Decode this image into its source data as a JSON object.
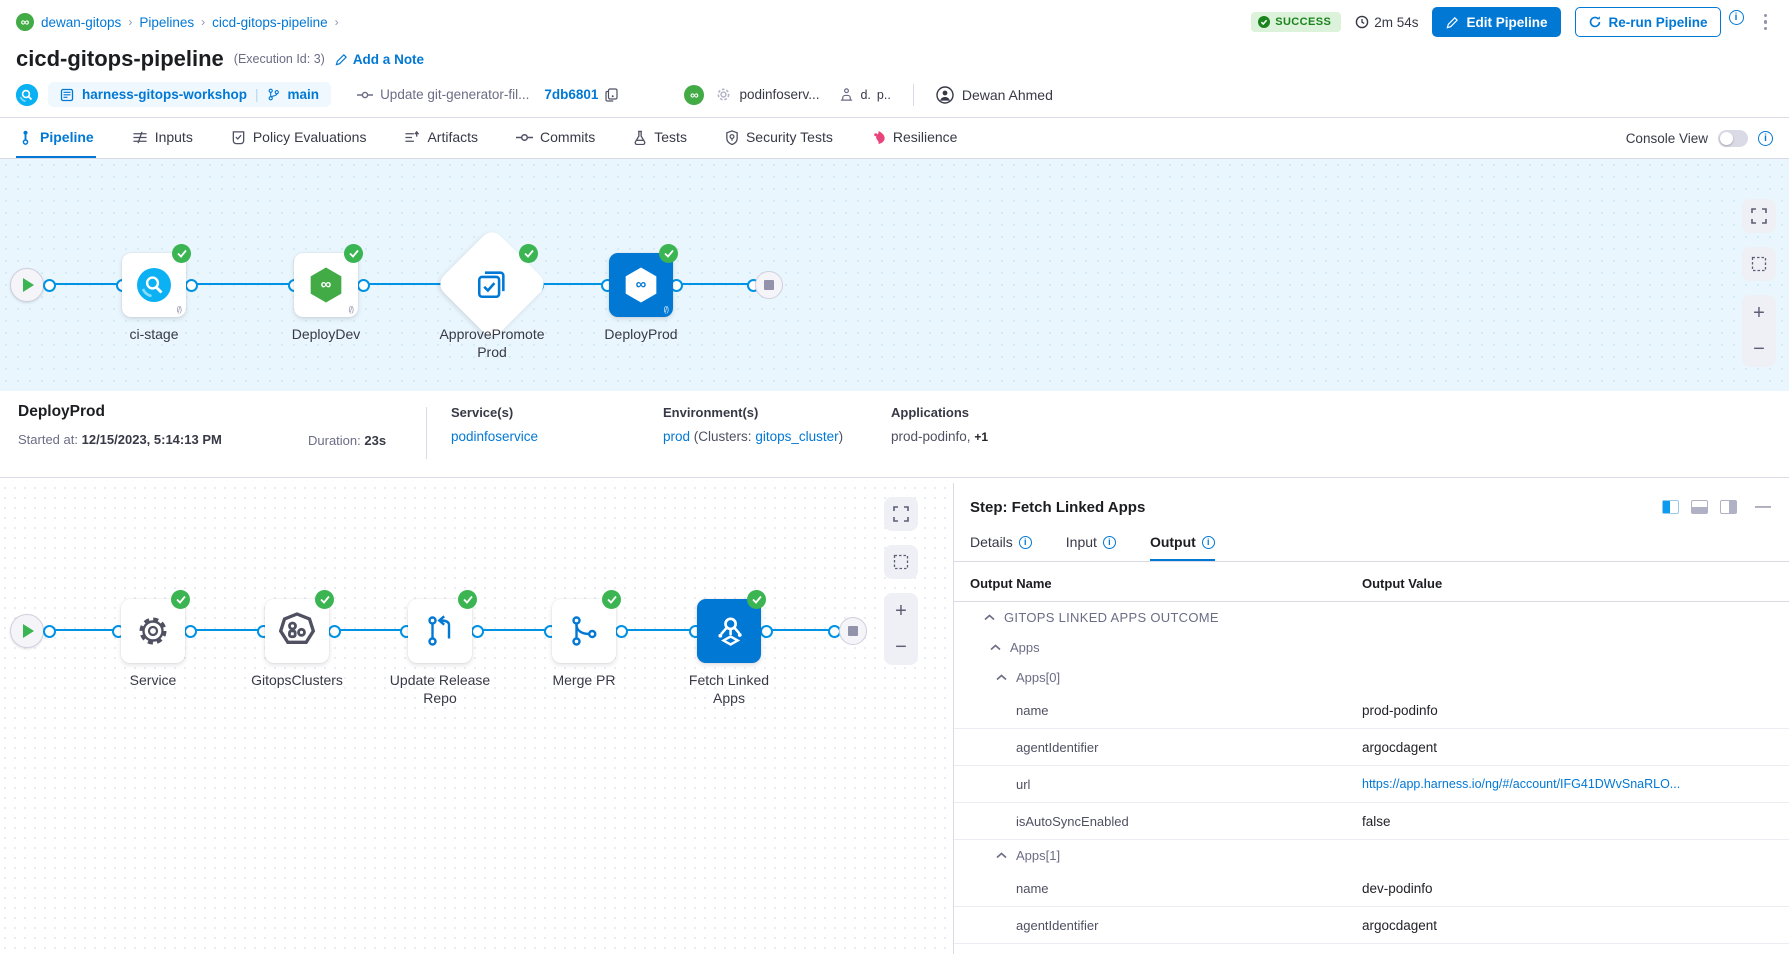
{
  "colors": {
    "primary": "#0278d5",
    "success": "#3bb452",
    "line": "#0092e4",
    "badge_bg": "#dcf2da",
    "badge_text": "#1b841d"
  },
  "breadcrumb": {
    "items": [
      "dewan-gitops",
      "Pipelines",
      "cicd-gitops-pipeline"
    ]
  },
  "topbar": {
    "status": "SUCCESS",
    "elapsed": "2m 54s",
    "edit": "Edit Pipeline",
    "rerun": "Re-run Pipeline"
  },
  "title": {
    "name": "cicd-gitops-pipeline",
    "execution_id": "(Execution Id: 3)",
    "add_note": "Add a Note"
  },
  "context": {
    "repo": "harness-gitops-workshop",
    "branch": "main",
    "commit_message": "Update git-generator-fil...",
    "commit_sha": "7db6801",
    "service": "podinfoserv...",
    "env_a": "d.",
    "env_b": "p..",
    "user": "Dewan Ahmed"
  },
  "tabs": {
    "items": [
      {
        "label": "Pipeline"
      },
      {
        "label": "Inputs"
      },
      {
        "label": "Policy Evaluations"
      },
      {
        "label": "Artifacts"
      },
      {
        "label": "Commits"
      },
      {
        "label": "Tests"
      },
      {
        "label": "Security Tests"
      },
      {
        "label": "Resilience"
      }
    ],
    "console_view": "Console View"
  },
  "stages": {
    "items": [
      {
        "label": "ci-stage"
      },
      {
        "label": "DeployDev"
      },
      {
        "label": "ApprovePromoteProd"
      },
      {
        "label": "DeployProd"
      }
    ]
  },
  "details": {
    "stage": "DeployProd",
    "started_label": "Started at:",
    "started": "12/15/2023, 5:14:13 PM",
    "duration_label": "Duration:",
    "duration": "23s",
    "services_label": "Service(s)",
    "service": "podinfoservice",
    "env_label": "Environment(s)",
    "env_name": "prod",
    "env_mid": "(Clusters:",
    "env_cluster": "gitops_cluster",
    "env_post": ")",
    "apps_label": "Applications",
    "apps_value": "prod-podinfo,",
    "apps_more": "+1"
  },
  "steps": {
    "items": [
      {
        "label": "Service"
      },
      {
        "label": "GitopsClusters"
      },
      {
        "label": "Update Release Repo"
      },
      {
        "label": "Merge PR"
      },
      {
        "label": "Fetch Linked Apps"
      }
    ]
  },
  "panel": {
    "title": "Step: Fetch Linked Apps",
    "tabs": [
      {
        "label": "Details"
      },
      {
        "label": "Input"
      },
      {
        "label": "Output"
      }
    ],
    "table": {
      "col_name": "Output Name",
      "col_value": "Output Value",
      "rows": [
        {
          "type": "group",
          "indent": 0,
          "name": "GITOPS LINKED APPS OUTCOME",
          "upper": true
        },
        {
          "type": "group",
          "indent": 1,
          "name": "Apps"
        },
        {
          "type": "group",
          "indent": 2,
          "name": "Apps[0]"
        },
        {
          "type": "kv",
          "indent": 3,
          "name": "name",
          "value": "prod-podinfo"
        },
        {
          "type": "kv",
          "indent": 3,
          "name": "agentIdentifier",
          "value": "argocdagent"
        },
        {
          "type": "kv",
          "indent": 3,
          "name": "url",
          "value": "https://app.harness.io/ng/#/account/IFG41DWvSnaRLO...",
          "link": true
        },
        {
          "type": "kv",
          "indent": 3,
          "name": "isAutoSyncEnabled",
          "value": "false"
        },
        {
          "type": "group",
          "indent": 2,
          "name": "Apps[1]"
        },
        {
          "type": "kv",
          "indent": 3,
          "name": "name",
          "value": "dev-podinfo"
        },
        {
          "type": "kv",
          "indent": 3,
          "name": "agentIdentifier",
          "value": "argocdagent"
        }
      ]
    }
  }
}
